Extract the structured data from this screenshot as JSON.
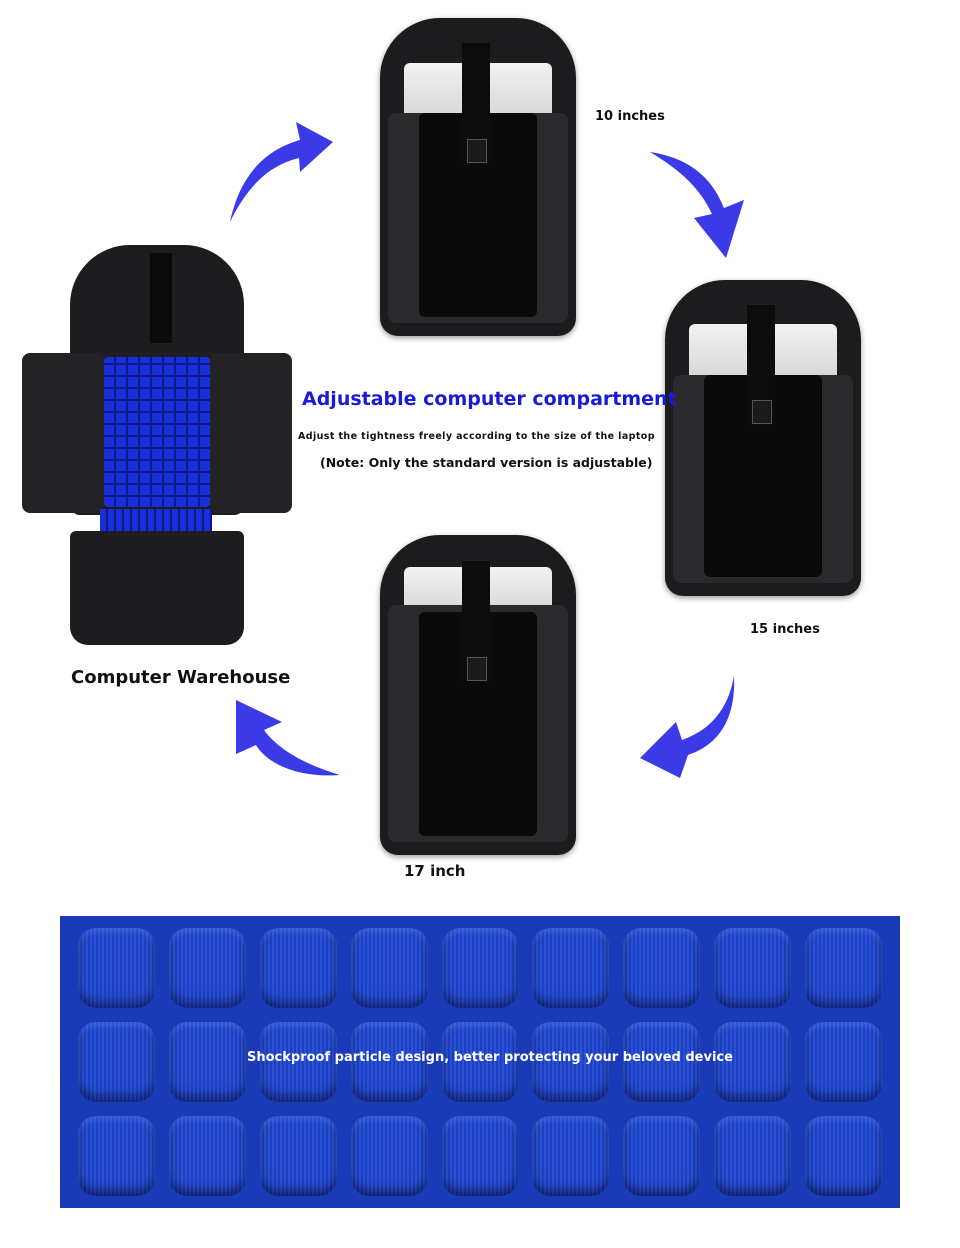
{
  "headline": "Adjustable computer compartment",
  "subline": "Adjust the tightness freely according to the size of the laptop",
  "note": "(Note: Only the standard version is adjustable)",
  "sizes": {
    "small": "10 inches",
    "medium": "15 inches",
    "large": "17 inch"
  },
  "warehouse_label": "Computer Warehouse",
  "pad_caption": "Shockproof particle design, better protecting your beloved device",
  "colors": {
    "accent": "#1a1ad6",
    "arrow": "#3a3ae6",
    "pad": "#1a3bb8"
  }
}
